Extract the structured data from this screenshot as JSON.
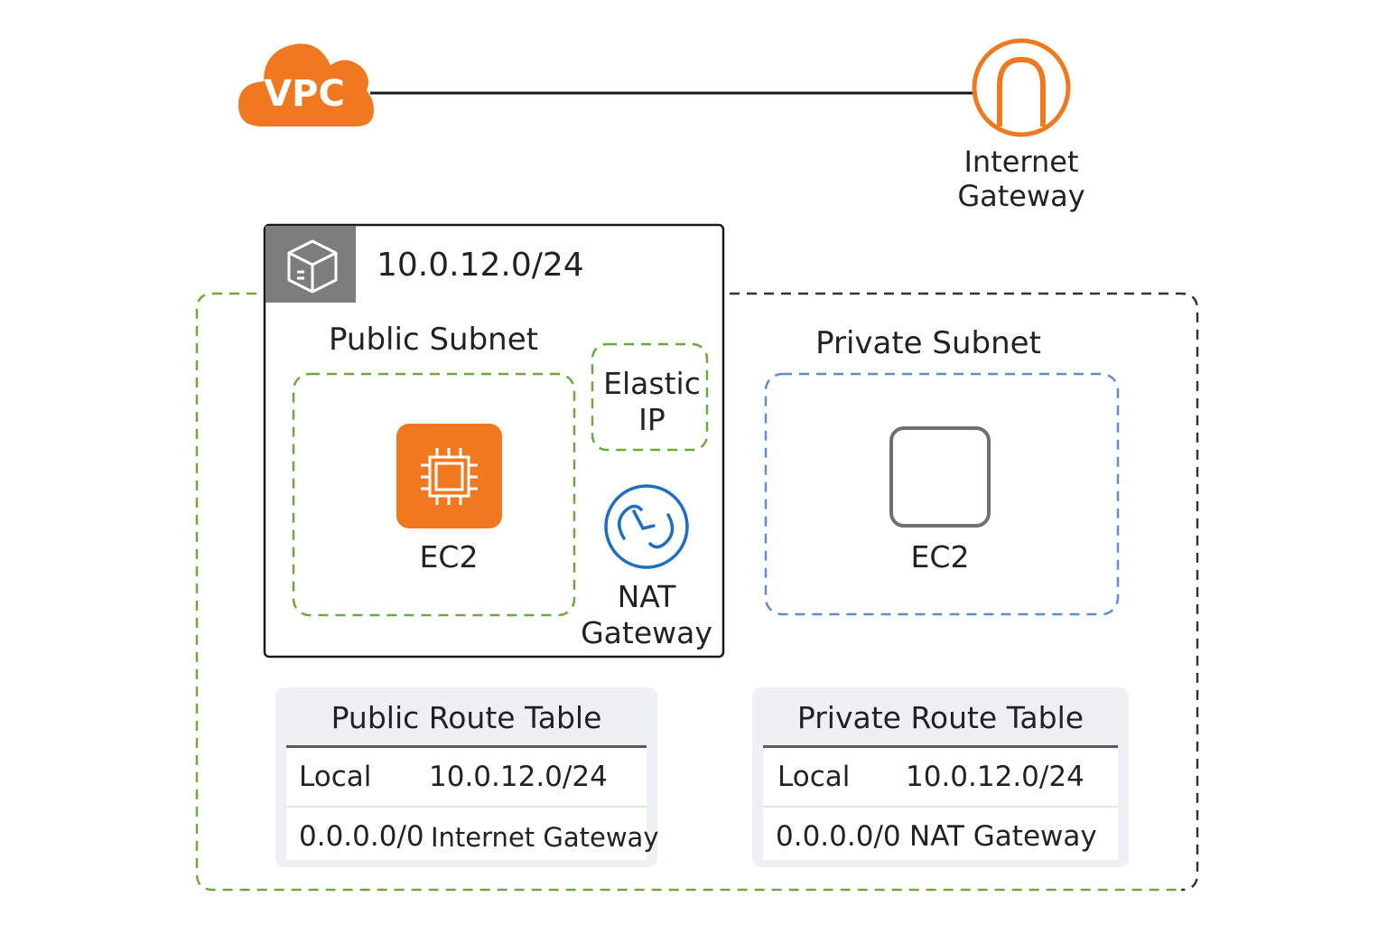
{
  "vpc": {
    "label": "VPC",
    "color": "#f0781e",
    "icon": "cloud-icon"
  },
  "internet_gateway": {
    "label_line1": "Internet",
    "label_line2": "Gateway",
    "icon": "internet-gateway-icon"
  },
  "public_subnet": {
    "cidr": "10.0.12.0/24",
    "title": "Public Subnet",
    "icon": "subnet-box-icon",
    "ec2_label": "EC2",
    "elastic_ip_line1": "Elastic",
    "elastic_ip_line2": "IP",
    "nat_line1": "NAT",
    "nat_line2": "Gateway",
    "nat_icon": "nat-gateway-icon"
  },
  "private_subnet": {
    "title": "Private Subnet",
    "ec2_label": "EC2"
  },
  "public_route_table": {
    "title": "Public Route Table",
    "rows": [
      {
        "destination": "Local",
        "target": "10.0.12.0/24"
      },
      {
        "destination": "0.0.0.0/0",
        "target": "Internet Gateway"
      }
    ]
  },
  "private_route_table": {
    "title": "Private Route Table",
    "rows": [
      {
        "destination": "Local",
        "target": "10.0.12.0/24"
      },
      {
        "destination": "0.0.0.0/0",
        "target": "NAT Gateway"
      }
    ]
  },
  "colors": {
    "aws_orange": "#f0781e",
    "public_border": "#6aaa3c",
    "private_border": "#333333",
    "private_ec2_border": "#5b8fcf",
    "nat_blue": "#1f6fc0",
    "subnet_header": "#7d7d7d"
  }
}
